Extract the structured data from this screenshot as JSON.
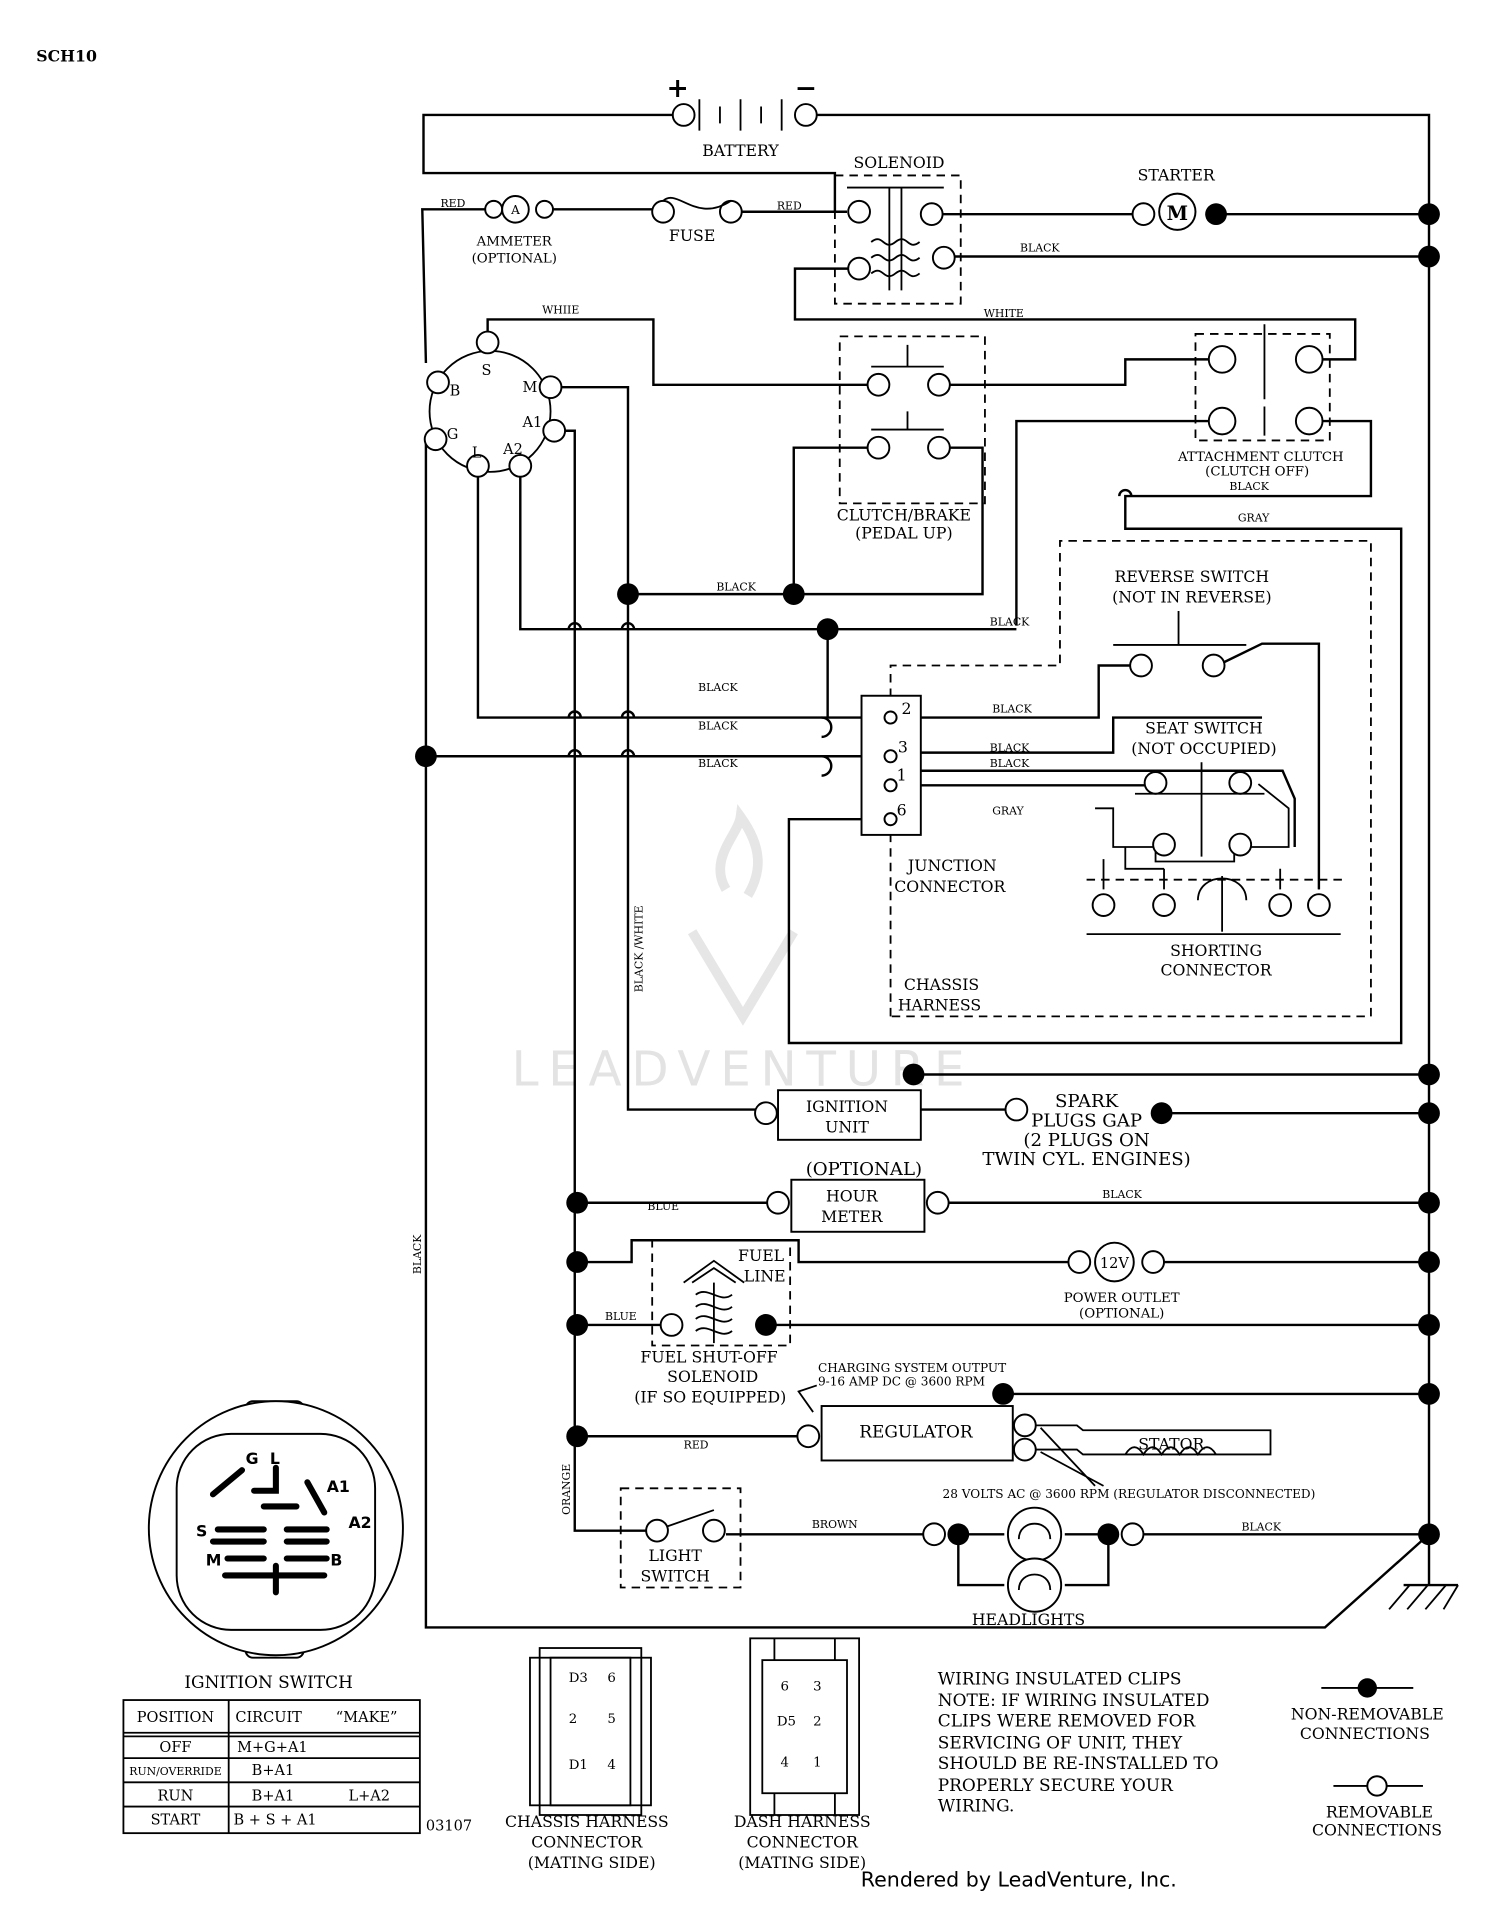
{
  "doc_code": "SCH10",
  "figure_number": "03107",
  "footer": "Rendered by LeadVenture, Inc.",
  "watermark": "LEADVENTURE",
  "components": {
    "battery": "BATTERY",
    "battery_plus": "+",
    "battery_minus": "−",
    "solenoid": "SOLENOID",
    "starter": "STARTER",
    "starter_symbol": "M",
    "ammeter_1": "AMMETER",
    "ammeter_2": "(OPTIONAL)",
    "ammeter_symbol": "A",
    "fuse": "FUSE",
    "clutch_brake_1": "CLUTCH/BRAKE",
    "clutch_brake_2": "(PEDAL UP)",
    "attachment_clutch_1": "ATTACHMENT CLUTCH",
    "attachment_clutch_2": "(CLUTCH OFF)",
    "reverse_switch_1": "REVERSE SWITCH",
    "reverse_switch_2": "(NOT IN REVERSE)",
    "seat_switch_1": "SEAT SWITCH",
    "seat_switch_2": "(NOT OCCUPIED)",
    "junction_1": "JUNCTION",
    "junction_2": "CONNECTOR",
    "shorting_1": "SHORTING",
    "shorting_2": "CONNECTOR",
    "chassis_1": "CHASSIS",
    "chassis_2": "HARNESS",
    "ignition_unit_1": "IGNITION",
    "ignition_unit_2": "UNIT",
    "spark_1": "SPARK",
    "spark_2": "PLUGS GAP",
    "spark_3": "(2 PLUGS ON",
    "spark_4": "TWIN CYL. ENGINES)",
    "hour_optional": "(OPTIONAL)",
    "hour_1": "HOUR",
    "hour_2": "METER",
    "fuel_line_1": "FUEL",
    "fuel_line_2": "LINE",
    "power_outlet_symbol": "12V",
    "power_outlet_1": "POWER OUTLET",
    "power_outlet_2": "(OPTIONAL)",
    "fuel_shutoff_1": "FUEL SHUT-OFF",
    "fuel_shutoff_2": "SOLENOID",
    "fuel_shutoff_3": "(IF SO EQUIPPED)",
    "charging_1": "CHARGING SYSTEM OUTPUT",
    "charging_2": "9-16 AMP DC @ 3600 RPM",
    "regulator": "REGULATOR",
    "stator": "STATOR",
    "stator_volts": "28 VOLTS AC @ 3600 RPM (REGULATOR DISCONNECTED)",
    "light_switch_1": "LIGHT",
    "light_switch_2": "SWITCH",
    "headlights": "HEADLIGHTS"
  },
  "wire_colors": {
    "red": "RED",
    "black": "BLACK",
    "white": "WHIIE",
    "white2": "WHITE",
    "gray": "GRAY",
    "blue": "BLUE",
    "orange": "ORANGE",
    "brown": "BROWN",
    "black_white": "BLACK /WHITE"
  },
  "ignition_terminals": {
    "s": "S",
    "b": "B",
    "m": "M",
    "a1": "A1",
    "g": "G",
    "l": "L",
    "a2": "A2"
  },
  "junction_pins": [
    "2",
    "3",
    "1",
    "6"
  ],
  "ignition_switch": {
    "title": "IGNITION SWITCH",
    "headers": [
      "POSITION",
      "CIRCUIT",
      "“MAKE”"
    ],
    "rows": [
      {
        "position": "OFF",
        "circuit": "M+G+A1",
        "make": ""
      },
      {
        "position": "RUN/OVERRIDE",
        "circuit": "B+A1",
        "make": ""
      },
      {
        "position": "RUN",
        "circuit": "B+A1",
        "make": "L+A2"
      },
      {
        "position": "START",
        "circuit": "B + S + A1",
        "make": ""
      }
    ],
    "face_labels": {
      "g": "G",
      "l": "L",
      "a1": "A1",
      "s": "S",
      "a2": "A2",
      "m": "M",
      "b": "B"
    }
  },
  "chassis_connector": {
    "pins": [
      "D3",
      "6",
      "2",
      "5",
      "D1",
      "4"
    ],
    "label_1": "CHASSIS HARNESS",
    "label_2": "CONNECTOR",
    "label_3": "(MATING SIDE)"
  },
  "dash_connector": {
    "pins": [
      "6",
      "3",
      "D5",
      "2",
      "4",
      "1"
    ],
    "label_1": "DASH HARNESS",
    "label_2": "CONNECTOR",
    "label_3": "(MATING SIDE)"
  },
  "notes": [
    "WIRING INSULATED CLIPS",
    "NOTE:  IF WIRING INSULATED",
    "CLIPS WERE REMOVED FOR",
    "SERVICING OF UNIT, THEY",
    "SHOULD BE RE-INSTALLED TO",
    "PROPERLY SECURE YOUR",
    " WIRING."
  ],
  "legend": {
    "non_removable_1": "NON-REMOVABLE",
    "non_removable_2": "CONNECTIONS",
    "removable_1": "REMOVABLE",
    "removable_2": "CONNECTIONS"
  }
}
